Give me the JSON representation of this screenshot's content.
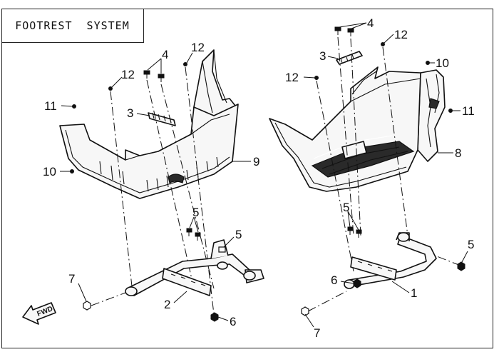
{
  "title": "FOOTREST  SYSTEM",
  "fwd_label": "FWD",
  "callouts": {
    "left_4": "4",
    "left_12_top": "12",
    "left_12_mid": "12",
    "left_11": "11",
    "left_3": "3",
    "left_10": "10",
    "left_9": "9",
    "left_5_upper": "5",
    "left_5_right": "5",
    "left_7": "7",
    "left_2": "2",
    "left_6": "6",
    "right_4": "4",
    "right_12_top": "12",
    "right_3": "3",
    "right_12_left": "12",
    "right_10": "10",
    "right_11": "11",
    "right_8": "8",
    "right_5_left": "5",
    "right_5_right": "5",
    "right_6": "6",
    "right_1": "1",
    "right_7": "7"
  }
}
